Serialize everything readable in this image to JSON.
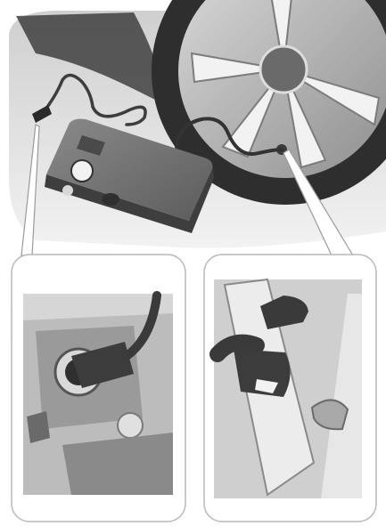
{
  "illustration": {
    "subject": "tire-inflation-kit",
    "detail_views": [
      "power-plug-socket",
      "valve-connector"
    ]
  },
  "colors": {
    "background": "#ffffff",
    "ground": "#e2e2e2",
    "tire": "#3a3a3a",
    "rim": "#b4b4b4",
    "hose": "#4a4a4a",
    "compressor": "#6f6f6f",
    "panel_border": "#b9b9b9"
  }
}
